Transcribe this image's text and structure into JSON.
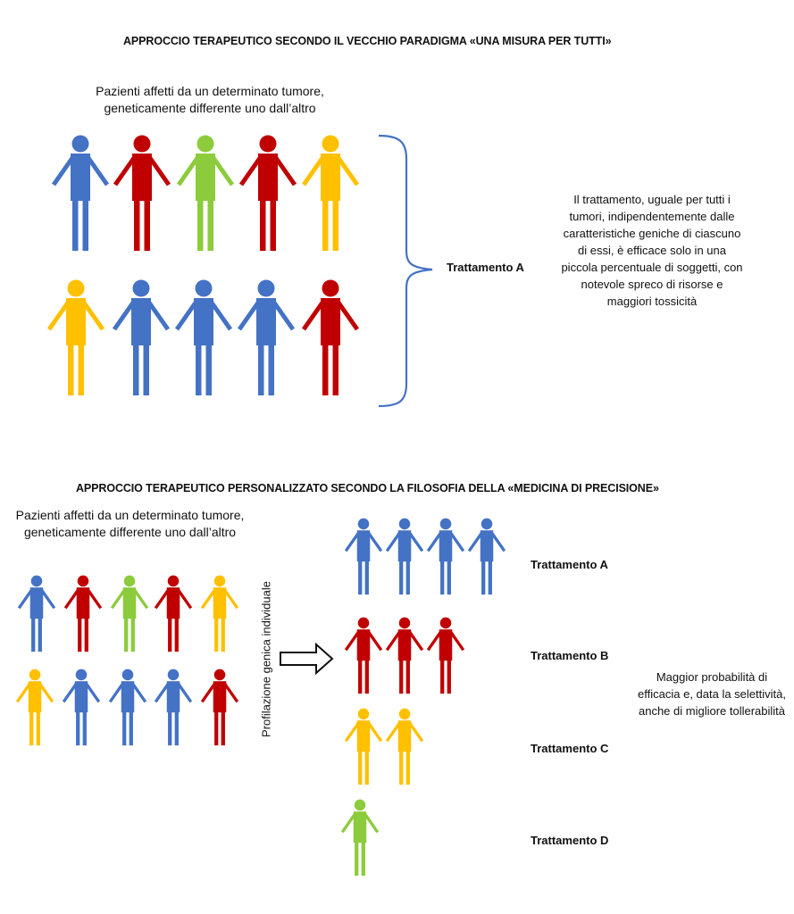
{
  "colors": {
    "blue": "#4472C4",
    "red": "#C00000",
    "green": "#8CCB3C",
    "yellow": "#FFC000",
    "brace": "#4472C4",
    "text": "#111111"
  },
  "icons": {
    "person": "person-icon",
    "brace": "curly-brace-icon",
    "arrow": "right-arrow-icon"
  },
  "section1": {
    "title": "APPROCCIO TERAPEUTICO SECONDO IL VECCHIO PARADIGMA «UNA MISURA PER TUTTI»",
    "caption": "Pazienti affetti da un determinato tumore, geneticamente differente uno dall’altro",
    "rows": [
      [
        "blue",
        "red",
        "green",
        "red",
        "yellow"
      ],
      [
        "yellow",
        "blue",
        "blue",
        "blue",
        "red"
      ]
    ],
    "treatment": "Trattamento A",
    "description": "Il trattamento, uguale per tutti i tumori, indipendentemente dalle caratteristiche geniche di ciascuno di essi, è efficace solo in una piccola percentuale di soggetti, con notevole spreco di risorse e maggiori tossicità"
  },
  "section2": {
    "title": "APPROCCIO TERAPEUTICO PERSONALIZZATO SECONDO LA FILOSOFIA DELLA «MEDICINA DI PRECISIONE»",
    "caption": "Pazienti affetti da un determinato tumore, geneticamente differente uno dall’altro",
    "rows": [
      [
        "blue",
        "red",
        "green",
        "red",
        "yellow"
      ],
      [
        "yellow",
        "blue",
        "blue",
        "blue",
        "red"
      ]
    ],
    "profiling": "Profilazione genica individuale",
    "groups": [
      {
        "label": "Trattamento A",
        "color": "blue",
        "count": 4
      },
      {
        "label": "Trattamento B",
        "color": "red",
        "count": 3
      },
      {
        "label": "Trattamento C",
        "color": "yellow",
        "count": 2
      },
      {
        "label": "Trattamento D",
        "color": "green",
        "count": 1
      }
    ],
    "description": "Maggior probabilità di efficacia e, data la selettività, anche di migliore tollerabilità"
  }
}
